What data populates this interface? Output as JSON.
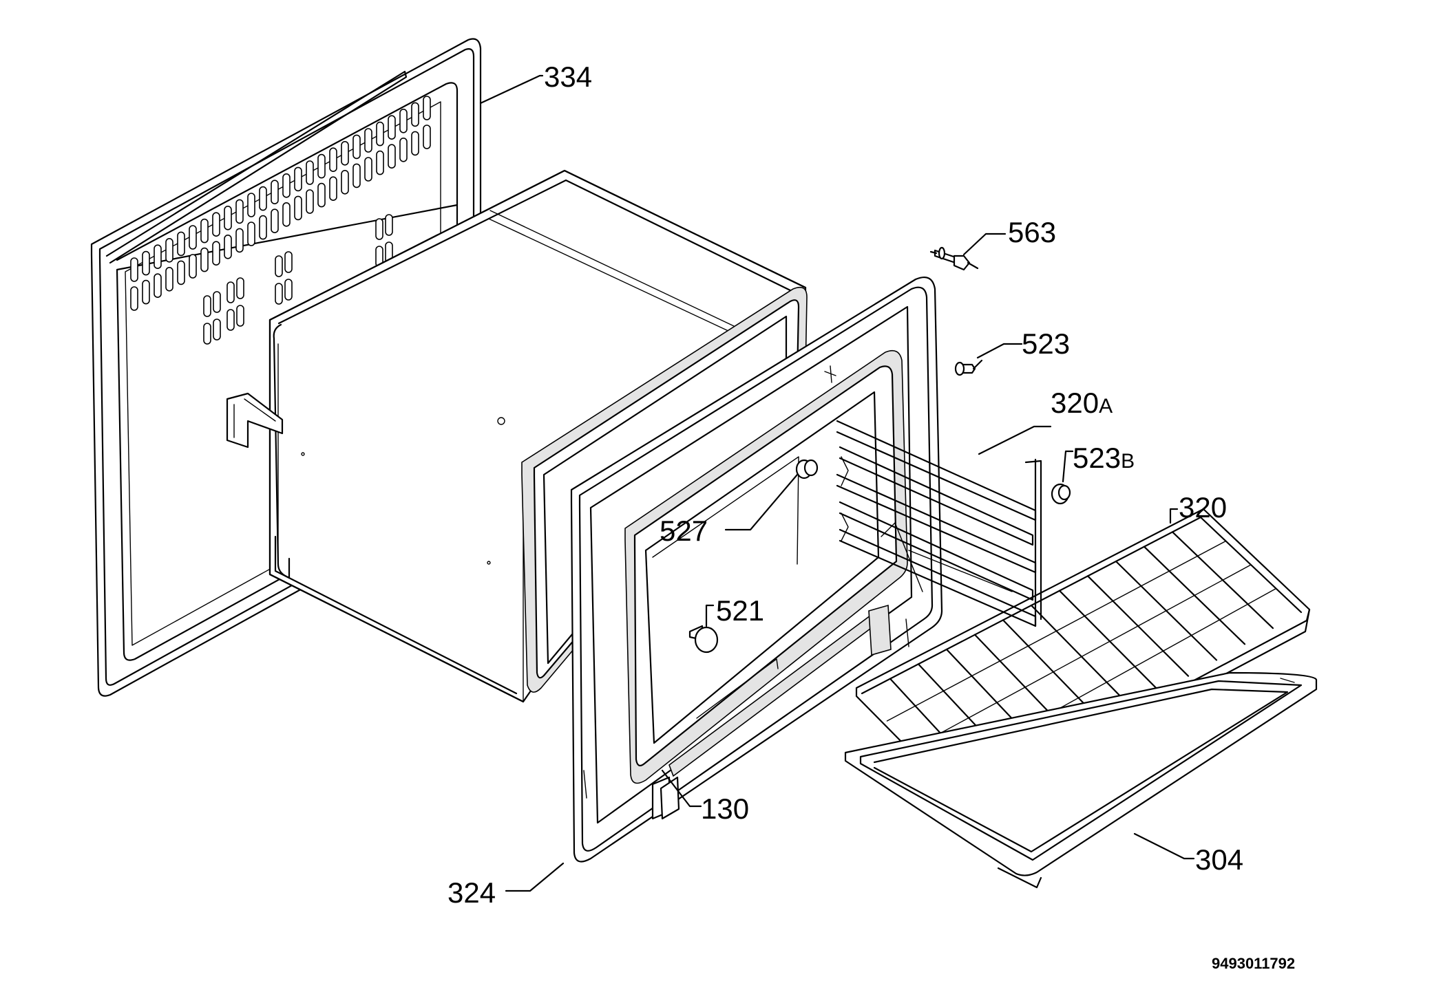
{
  "diagram": {
    "document_code": "9493011792",
    "callouts": [
      {
        "id": "334",
        "number": "334",
        "suffix": ""
      },
      {
        "id": "563",
        "number": "563",
        "suffix": ""
      },
      {
        "id": "523",
        "number": "523",
        "suffix": ""
      },
      {
        "id": "320a",
        "number": "320",
        "suffix": "A"
      },
      {
        "id": "523b",
        "number": "523",
        "suffix": "B"
      },
      {
        "id": "320",
        "number": "320",
        "suffix": ""
      },
      {
        "id": "527",
        "number": "527",
        "suffix": ""
      },
      {
        "id": "521",
        "number": "521",
        "suffix": ""
      },
      {
        "id": "130",
        "number": "130",
        "suffix": ""
      },
      {
        "id": "324",
        "number": "324",
        "suffix": ""
      },
      {
        "id": "304",
        "number": "304",
        "suffix": ""
      }
    ]
  }
}
